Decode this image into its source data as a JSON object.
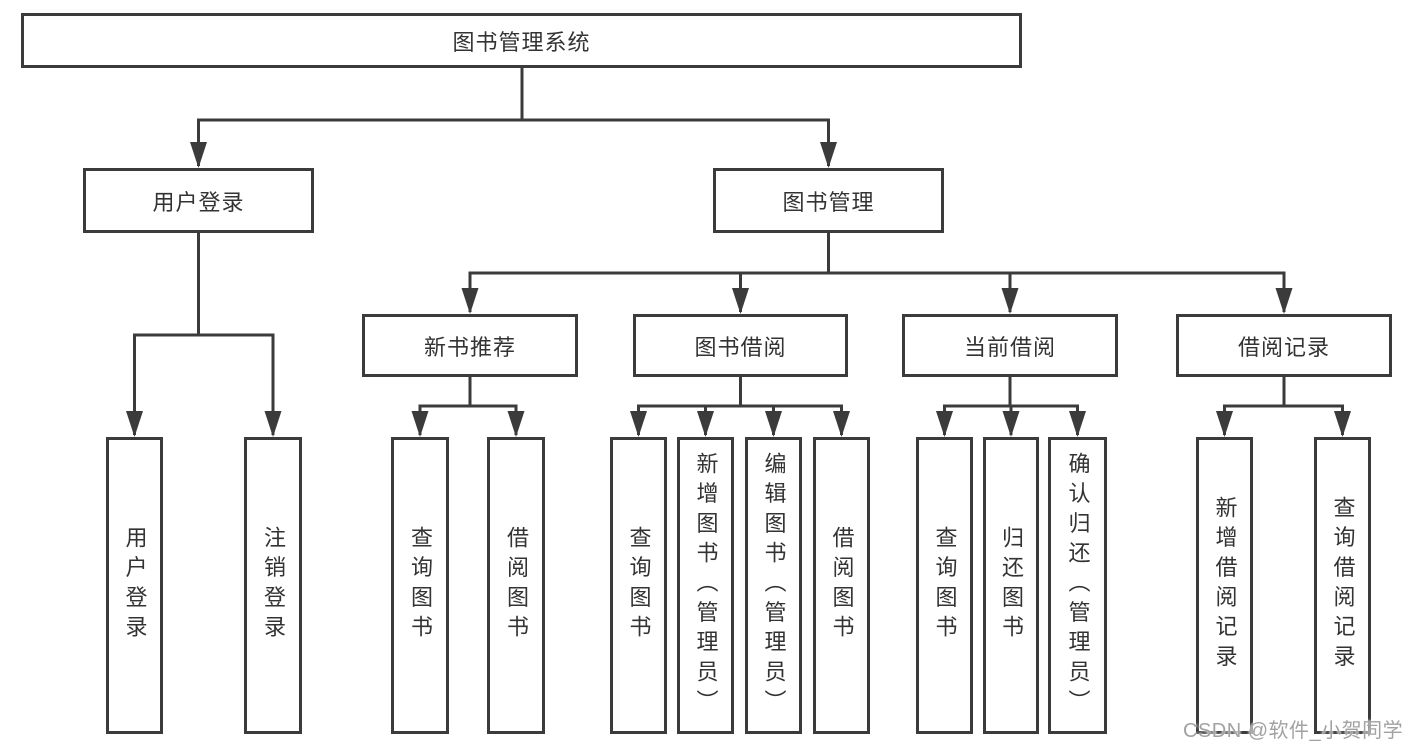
{
  "watermark": "CSDN @软件_小贺同学",
  "colors": {
    "line": "#3b3b3b",
    "box_border": "#3b3b3b",
    "text": "#333333",
    "watermark": "#a2a2a2",
    "background": "#ffffff"
  },
  "tree": {
    "root": {
      "label": "图书管理系统"
    },
    "children": [
      {
        "label": "用户登录",
        "children": [
          {
            "label": "用户登录"
          },
          {
            "label": "注销登录"
          }
        ]
      },
      {
        "label": "图书管理",
        "children": [
          {
            "label": "新书推荐",
            "children": [
              {
                "label": "查询图书"
              },
              {
                "label": "借阅图书"
              }
            ]
          },
          {
            "label": "图书借阅",
            "children": [
              {
                "label": "查询图书"
              },
              {
                "label": "新增图书（管理员）"
              },
              {
                "label": "编辑图书（管理员）"
              },
              {
                "label": "借阅图书"
              }
            ]
          },
          {
            "label": "当前借阅",
            "children": [
              {
                "label": "查询图书"
              },
              {
                "label": "归还图书"
              },
              {
                "label": "确认归还（管理员）"
              }
            ]
          },
          {
            "label": "借阅记录",
            "children": [
              {
                "label": "新增借阅记录"
              },
              {
                "label": "查询借阅记录"
              }
            ]
          }
        ]
      }
    ]
  }
}
